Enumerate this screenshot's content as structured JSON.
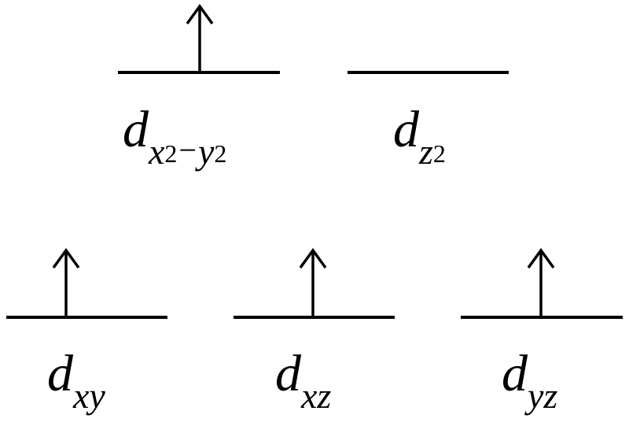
{
  "orbitals": {
    "dx2y2": {
      "letter": "d",
      "sub_x": "x",
      "sup_x": "2",
      "minus": "−",
      "sub_y": "y",
      "sup_y": "2",
      "electrons": 1
    },
    "dz2": {
      "letter": "d",
      "sub": "z",
      "sup": "2",
      "electrons": 0
    },
    "dxy": {
      "letter": "d",
      "sub": "xy",
      "electrons": 1
    },
    "dxz": {
      "letter": "d",
      "sub": "xz",
      "electrons": 1
    },
    "dyz": {
      "letter": "d",
      "sub": "yz",
      "electrons": 1
    }
  },
  "colors": {
    "line": "#000000",
    "background": "#ffffff"
  }
}
